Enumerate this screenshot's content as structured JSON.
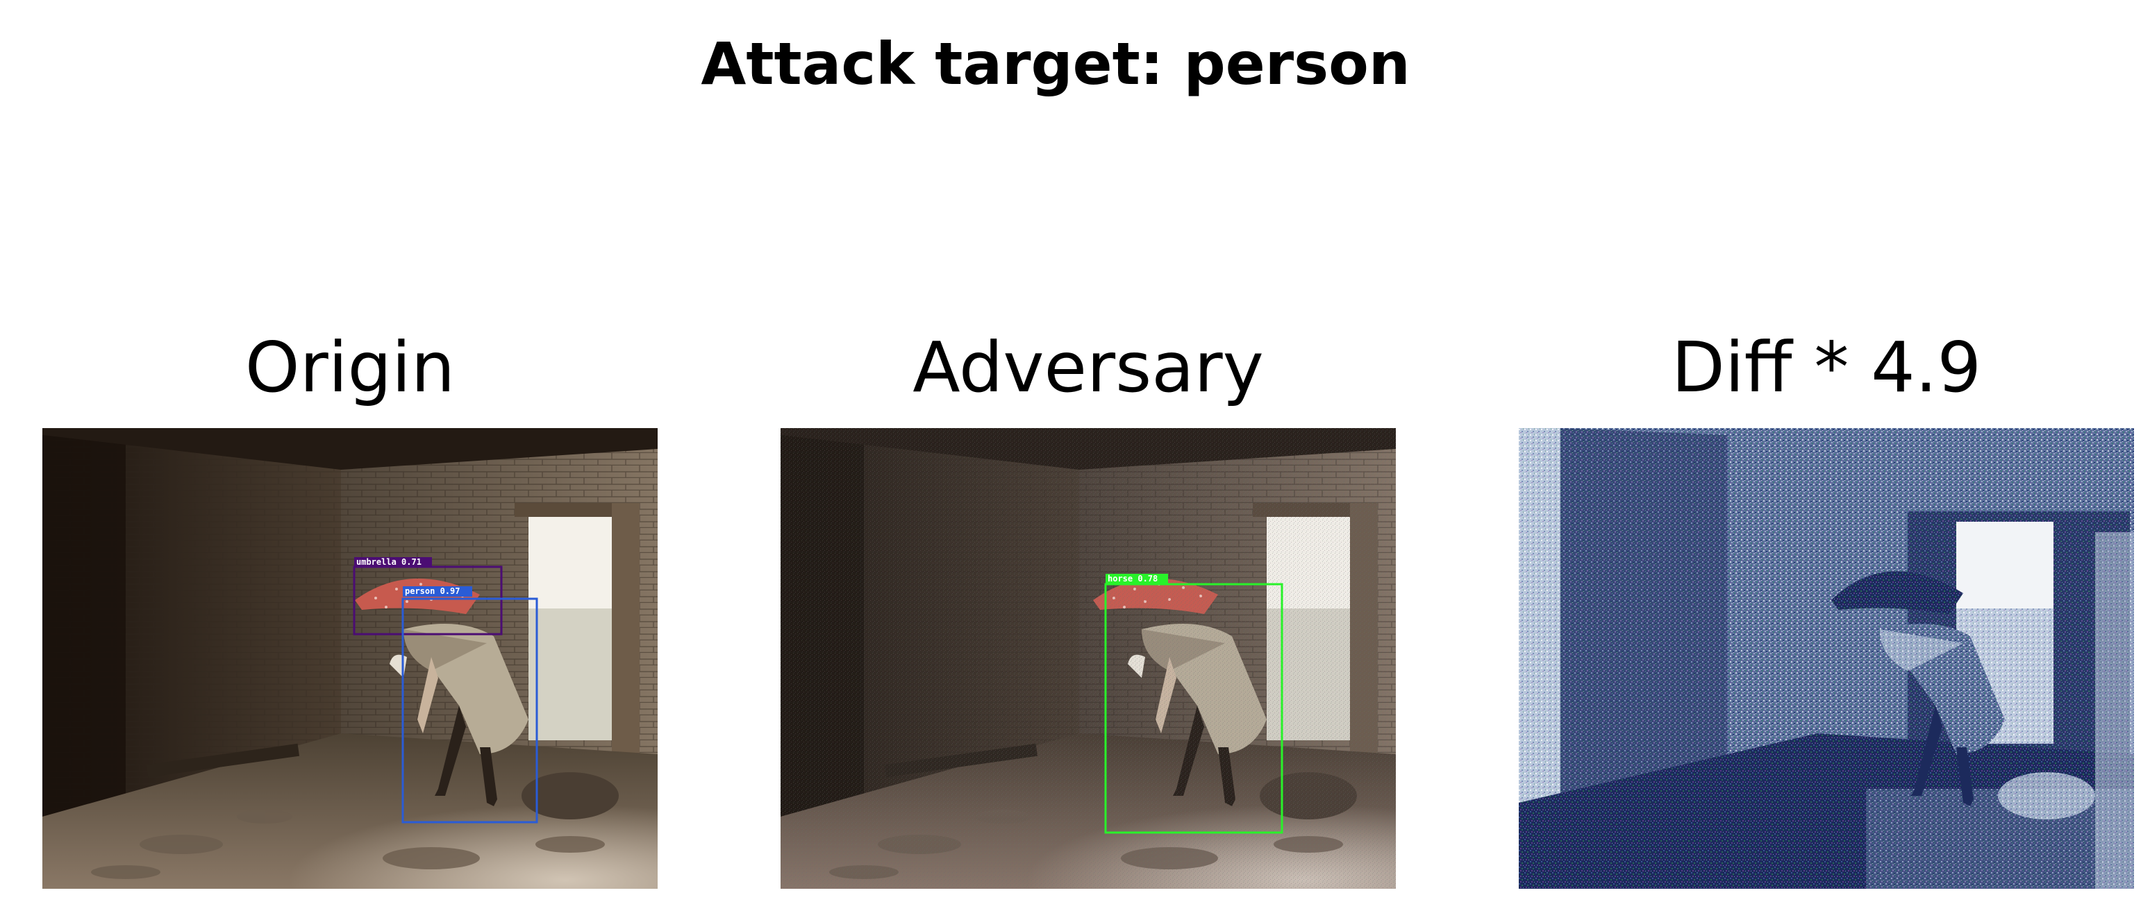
{
  "figure": {
    "suptitle": "Attack target: person"
  },
  "panels": [
    {
      "title": "Origin",
      "detections": [
        {
          "label": "umbrella 0.71",
          "color": "#4b0d73"
        },
        {
          "label": "person 0.97",
          "color": "#2a5cd6"
        }
      ]
    },
    {
      "title": "Adversary",
      "detections": [
        {
          "label": "horse 0.78",
          "color": "#29f22a"
        }
      ]
    },
    {
      "title": "Diff * 4.9",
      "detections": []
    }
  ]
}
